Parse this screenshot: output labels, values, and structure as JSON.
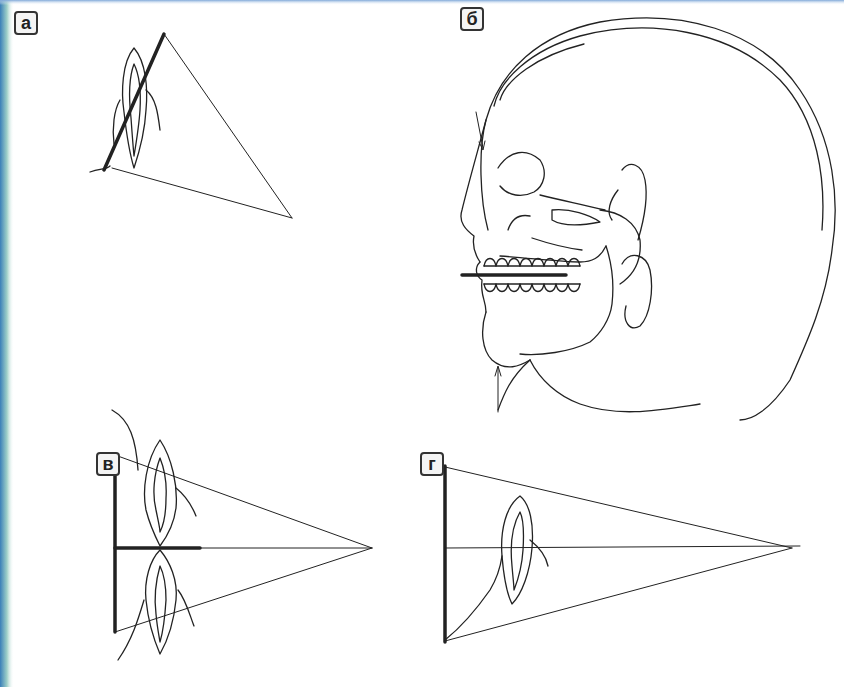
{
  "diagram": {
    "nodes": [
      {
        "text": [
          "а"
        ]
      },
      {
        "text": [
          "б"
        ]
      },
      {
        "text": [
          "в"
        ]
      },
      {
        "text": [
          "г"
        ]
      }
    ],
    "edges": []
  }
}
